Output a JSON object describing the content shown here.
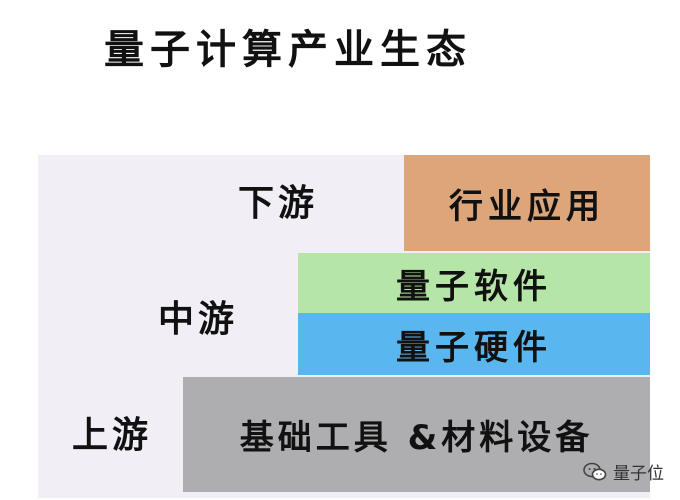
{
  "title": "量子计算产业生态",
  "tiers": {
    "downstream": "下游",
    "midstream": "中游",
    "upstream": "上游"
  },
  "blocks": {
    "industry_apps": "行业应用",
    "quantum_software": "量子软件",
    "quantum_hardware": "量子硬件",
    "tools_materials": "基础工具 &材料设备"
  },
  "colors": {
    "industry_apps": "#dca57a",
    "quantum_software": "#b5e6a8",
    "quantum_hardware": "#5ab6ee",
    "tools_materials": "#aeadb0",
    "panel_background": "#f1eff5"
  },
  "watermark": {
    "icon": "wechat-icon",
    "text": "量子位"
  }
}
